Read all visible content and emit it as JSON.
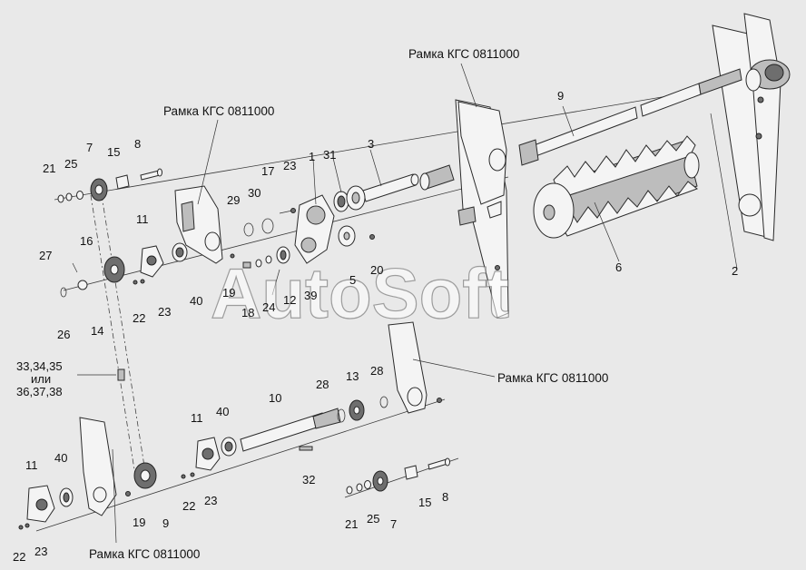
{
  "watermark": "AutoSoft",
  "frame_label": "Рамка КГС 0811000",
  "multi_label": [
    "33,34,35",
    "или",
    "36,37,38"
  ],
  "callouts": {
    "n1": "1",
    "n2": "2",
    "n3": "3",
    "n5": "5",
    "n6": "6",
    "n7": "7",
    "n8": "8",
    "n9": "9",
    "n10": "10",
    "n11": "11",
    "n12": "12",
    "n13": "13",
    "n14": "14",
    "n15": "15",
    "n16": "16",
    "n17": "17",
    "n18": "18",
    "n19": "19",
    "n20": "20",
    "n21": "21",
    "n22": "22",
    "n23": "23",
    "n24": "24",
    "n25": "25",
    "n26": "26",
    "n27": "27",
    "n28": "28",
    "n29": "29",
    "n30": "30",
    "n31": "31",
    "n32": "32",
    "n39": "39",
    "n40": "40"
  }
}
